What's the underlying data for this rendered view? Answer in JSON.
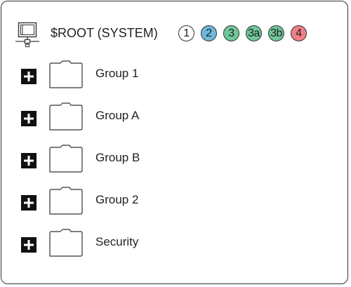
{
  "root": {
    "label": "$ROOT (SYSTEM)",
    "icon": "computer-network-icon"
  },
  "badges": [
    {
      "label": "1",
      "color": "#ffffff"
    },
    {
      "label": "2",
      "color": "#6fb8dd"
    },
    {
      "label": "3",
      "color": "#6fc79a"
    },
    {
      "label": "3a",
      "color": "#6fc79a"
    },
    {
      "label": "3b",
      "color": "#6fc79a"
    },
    {
      "label": "4",
      "color": "#ef8087"
    }
  ],
  "tree": {
    "items": [
      {
        "label": "Group 1",
        "icon": "folder-icon",
        "expand_icon": "plus-icon"
      },
      {
        "label": "Group A",
        "icon": "folder-icon",
        "expand_icon": "plus-icon"
      },
      {
        "label": "Group B",
        "icon": "folder-icon",
        "expand_icon": "plus-icon"
      },
      {
        "label": "Group 2",
        "icon": "folder-icon",
        "expand_icon": "plus-icon"
      },
      {
        "label": "Security",
        "icon": "folder-icon",
        "expand_icon": "plus-icon"
      }
    ]
  }
}
